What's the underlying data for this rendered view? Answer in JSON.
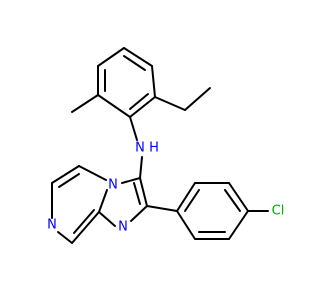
{
  "molecule": {
    "atom_labels": {
      "amine_n": "N",
      "amine_h": "H",
      "bridgehead_n": "N",
      "pyrazine_n": "N",
      "imidazole_n": "N",
      "chlorine": "Cl"
    },
    "colors": {
      "bond": "#000000",
      "nitrogen": "#0000ff",
      "chlorine": "#00b000",
      "background": "#ffffff"
    }
  }
}
